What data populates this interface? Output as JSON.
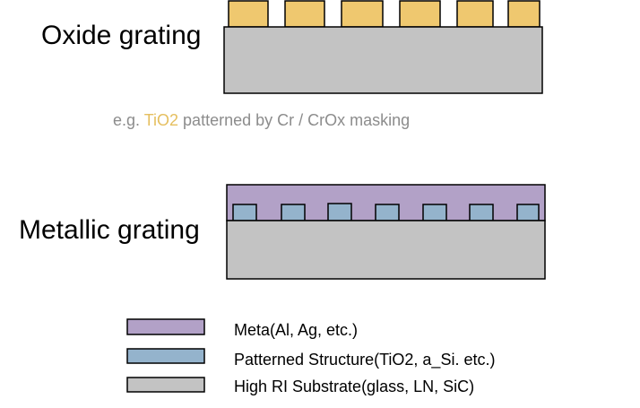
{
  "oxide": {
    "title": "Oxide grating",
    "caption": {
      "prefix": "e.g. ",
      "highlight": "TiO2",
      "suffix": " patterned by Cr / CrOx masking"
    }
  },
  "metallic": {
    "title": "Metallic grating"
  },
  "legend": {
    "items": [
      {
        "label": "Meta(Al, Ag, etc.)"
      },
      {
        "label": "Patterned Structure(TiO2, a_Si. etc.)"
      },
      {
        "label": "High RI Substrate(glass, LN, SiC)"
      }
    ]
  },
  "colors": {
    "oxide_tooth": "#efc86f",
    "substrate": "#c3c3c3",
    "metal": "#b2a1c7",
    "patterned": "#94b3cc",
    "caption_highlight": "#e5bf5f",
    "caption_text": "#8c8c8c",
    "outline": "#000000"
  }
}
